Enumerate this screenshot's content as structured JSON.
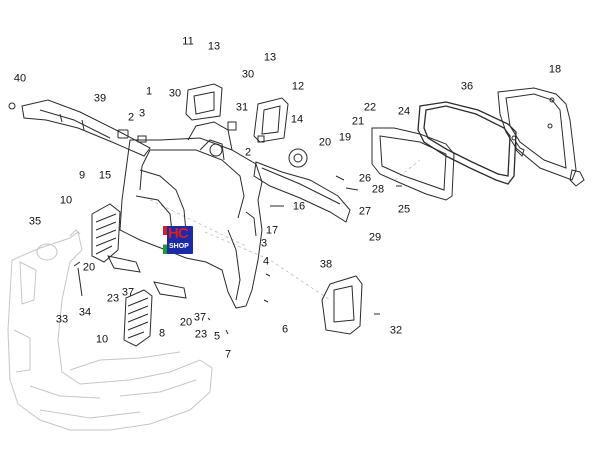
{
  "part_numbers": {
    "p1": "1",
    "p2a": "2",
    "p2b": "2",
    "p3a": "3",
    "p3b": "3",
    "p4": "4",
    "p5": "5",
    "p6": "6",
    "p7": "7",
    "p8": "8",
    "p9": "9",
    "p10a": "10",
    "p10b": "10",
    "p11": "11",
    "p12": "12",
    "p13a": "13",
    "p13b": "13",
    "p14": "14",
    "p15": "15",
    "p16": "16",
    "p17": "17",
    "p18": "18",
    "p19": "19",
    "p20a": "20",
    "p20b": "20",
    "p20c": "20",
    "p21": "21",
    "p22": "22",
    "p23a": "23",
    "p23b": "23",
    "p24": "24",
    "p25": "25",
    "p26": "26",
    "p27": "27",
    "p28": "28",
    "p29": "29",
    "p30a": "30",
    "p30b": "30",
    "p31": "31",
    "p32": "32",
    "p33": "33",
    "p34": "34",
    "p35": "35",
    "p36": "36",
    "p37a": "37",
    "p37b": "37",
    "p38": "38",
    "p39": "39",
    "p40": "40"
  },
  "logo": {
    "brand": "HC",
    "sub": "SHOP"
  },
  "colors": {
    "line": "#2b2b2b",
    "frame": "#c9c9c9",
    "logo_bg": "#1c2aa6",
    "logo_text": "#d61f26"
  }
}
